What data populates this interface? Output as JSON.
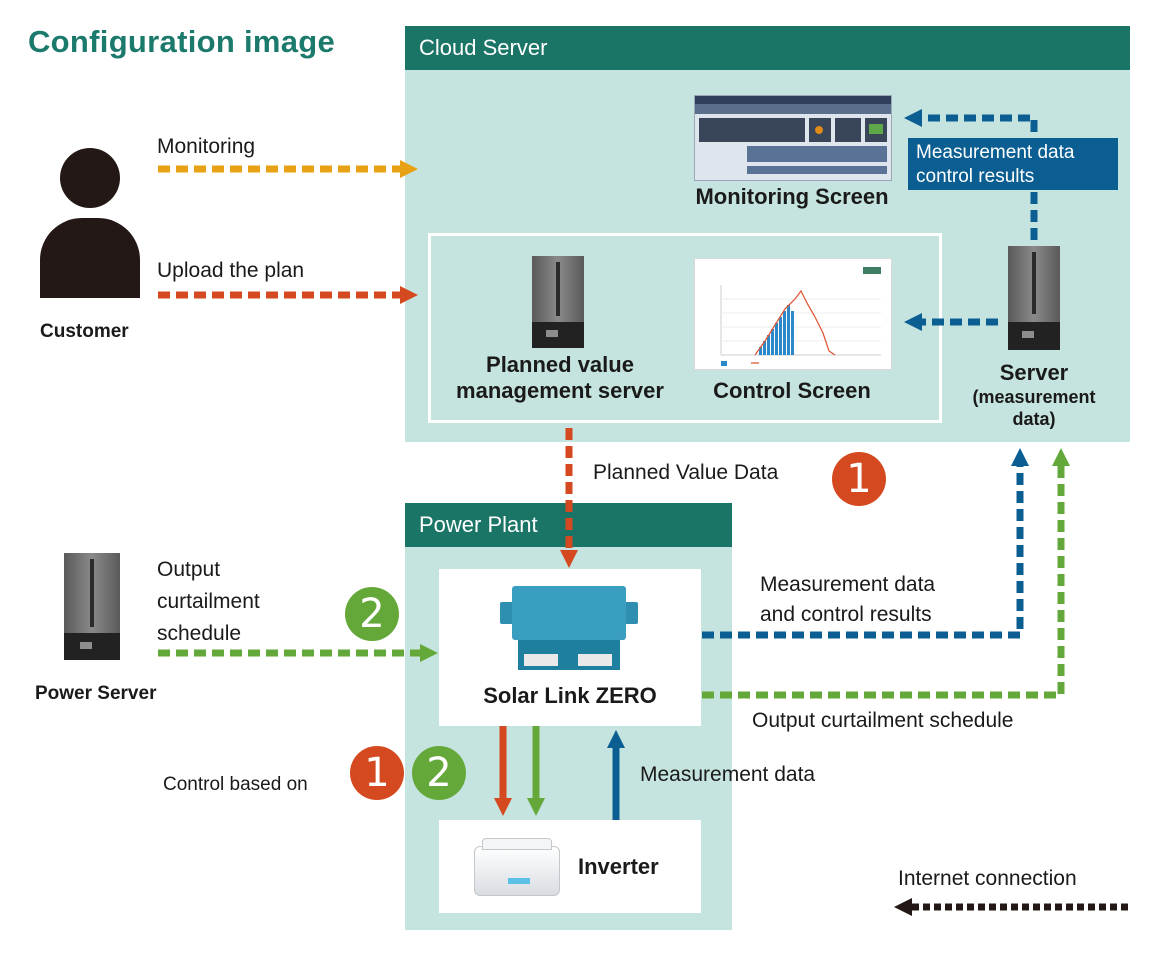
{
  "title": "Configuration image",
  "cloud_server": {
    "header": "Cloud Server"
  },
  "power_plant": {
    "header": "Power Plant"
  },
  "customer": {
    "label": "Customer"
  },
  "power_server": {
    "label": "Power Server"
  },
  "arrows": {
    "monitoring": "Monitoring",
    "upload_plan": "Upload the plan",
    "planned_value_data": "Planned Value Data",
    "output_curtailment_schedule_left": [
      "Output",
      "curtailment",
      "schedule"
    ],
    "measurement_control_results_right": [
      "Measurement data",
      "and control results"
    ],
    "output_curtailment_schedule_right": "Output curtailment schedule",
    "measurement_data_control_results_cloud": [
      "Measurement data",
      "control results"
    ],
    "measurement_data_inverter": "Measurement data",
    "control_based_on": "Control based on"
  },
  "nodes": {
    "monitoring_screen": "Monitoring Screen",
    "planned_value_server": [
      "Planned value",
      "management server"
    ],
    "control_screen": "Control Screen",
    "server": [
      "Server",
      "(measurement",
      "data)"
    ],
    "solar_link_zero": "Solar Link ZERO",
    "inverter": "Inverter"
  },
  "badges": {
    "one": "1",
    "two": "2"
  },
  "legend": {
    "internet_connection": "Internet connection"
  },
  "colors": {
    "teal_header": "#1b7567",
    "panel_bg": "#c6e4df",
    "orange_arrow": "#e8a015",
    "red_arrow": "#d4491f",
    "blue_arrow": "#0b5e92",
    "green_arrow": "#65a83a"
  }
}
